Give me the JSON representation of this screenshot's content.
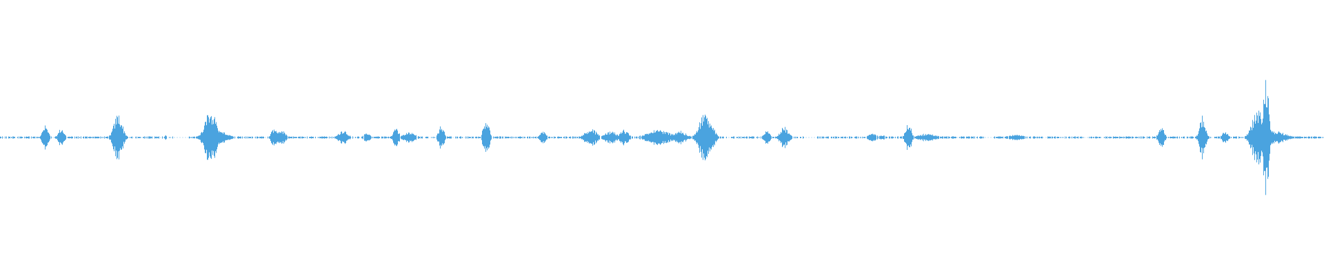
{
  "waveform": {
    "color": "#4aa3df",
    "background": "#ffffff",
    "baseline_level": 0.0,
    "bursts": [
      {
        "t": 0.034,
        "amp": 0.09,
        "width": 0.002
      },
      {
        "t": 0.046,
        "amp": 0.07,
        "width": 0.002
      },
      {
        "t": 0.089,
        "amp": 0.18,
        "width": 0.003
      },
      {
        "t": 0.125,
        "amp": 0.02,
        "width": 0.001
      },
      {
        "t": 0.159,
        "amp": 0.21,
        "width": 0.004
      },
      {
        "t": 0.165,
        "amp": 0.05,
        "width": 0.006
      },
      {
        "t": 0.207,
        "amp": 0.08,
        "width": 0.002
      },
      {
        "t": 0.212,
        "amp": 0.06,
        "width": 0.003
      },
      {
        "t": 0.259,
        "amp": 0.06,
        "width": 0.003
      },
      {
        "t": 0.277,
        "amp": 0.04,
        "width": 0.002
      },
      {
        "t": 0.299,
        "amp": 0.07,
        "width": 0.002
      },
      {
        "t": 0.309,
        "amp": 0.04,
        "width": 0.004
      },
      {
        "t": 0.333,
        "amp": 0.09,
        "width": 0.002
      },
      {
        "t": 0.367,
        "amp": 0.15,
        "width": 0.002
      },
      {
        "t": 0.41,
        "amp": 0.05,
        "width": 0.002
      },
      {
        "t": 0.446,
        "amp": 0.07,
        "width": 0.004
      },
      {
        "t": 0.461,
        "amp": 0.05,
        "width": 0.004
      },
      {
        "t": 0.471,
        "amp": 0.06,
        "width": 0.003
      },
      {
        "t": 0.497,
        "amp": 0.06,
        "width": 0.008
      },
      {
        "t": 0.513,
        "amp": 0.05,
        "width": 0.005
      },
      {
        "t": 0.532,
        "amp": 0.19,
        "width": 0.004
      },
      {
        "t": 0.536,
        "amp": 0.12,
        "width": 0.003
      },
      {
        "t": 0.579,
        "amp": 0.05,
        "width": 0.002
      },
      {
        "t": 0.592,
        "amp": 0.08,
        "width": 0.003
      },
      {
        "t": 0.659,
        "amp": 0.03,
        "width": 0.003
      },
      {
        "t": 0.666,
        "amp": 0.02,
        "width": 0.002
      },
      {
        "t": 0.686,
        "amp": 0.11,
        "width": 0.002
      },
      {
        "t": 0.7,
        "amp": 0.03,
        "width": 0.006
      },
      {
        "t": 0.767,
        "amp": 0.02,
        "width": 0.006
      },
      {
        "t": 0.877,
        "amp": 0.08,
        "width": 0.002
      },
      {
        "t": 0.908,
        "amp": 0.16,
        "width": 0.002
      },
      {
        "t": 0.925,
        "amp": 0.05,
        "width": 0.002
      },
      {
        "t": 0.95,
        "amp": 0.22,
        "width": 0.004
      },
      {
        "t": 0.956,
        "amp": 0.45,
        "width": 0.002
      },
      {
        "t": 0.962,
        "amp": 0.05,
        "width": 0.008
      }
    ],
    "gaps": [
      [
        0.131,
        0.141
      ],
      [
        0.607,
        0.617
      ],
      [
        0.743,
        0.75
      ],
      [
        0.787,
        0.791
      ],
      [
        0.818,
        0.821
      ]
    ],
    "end_fraction": 0.999
  }
}
